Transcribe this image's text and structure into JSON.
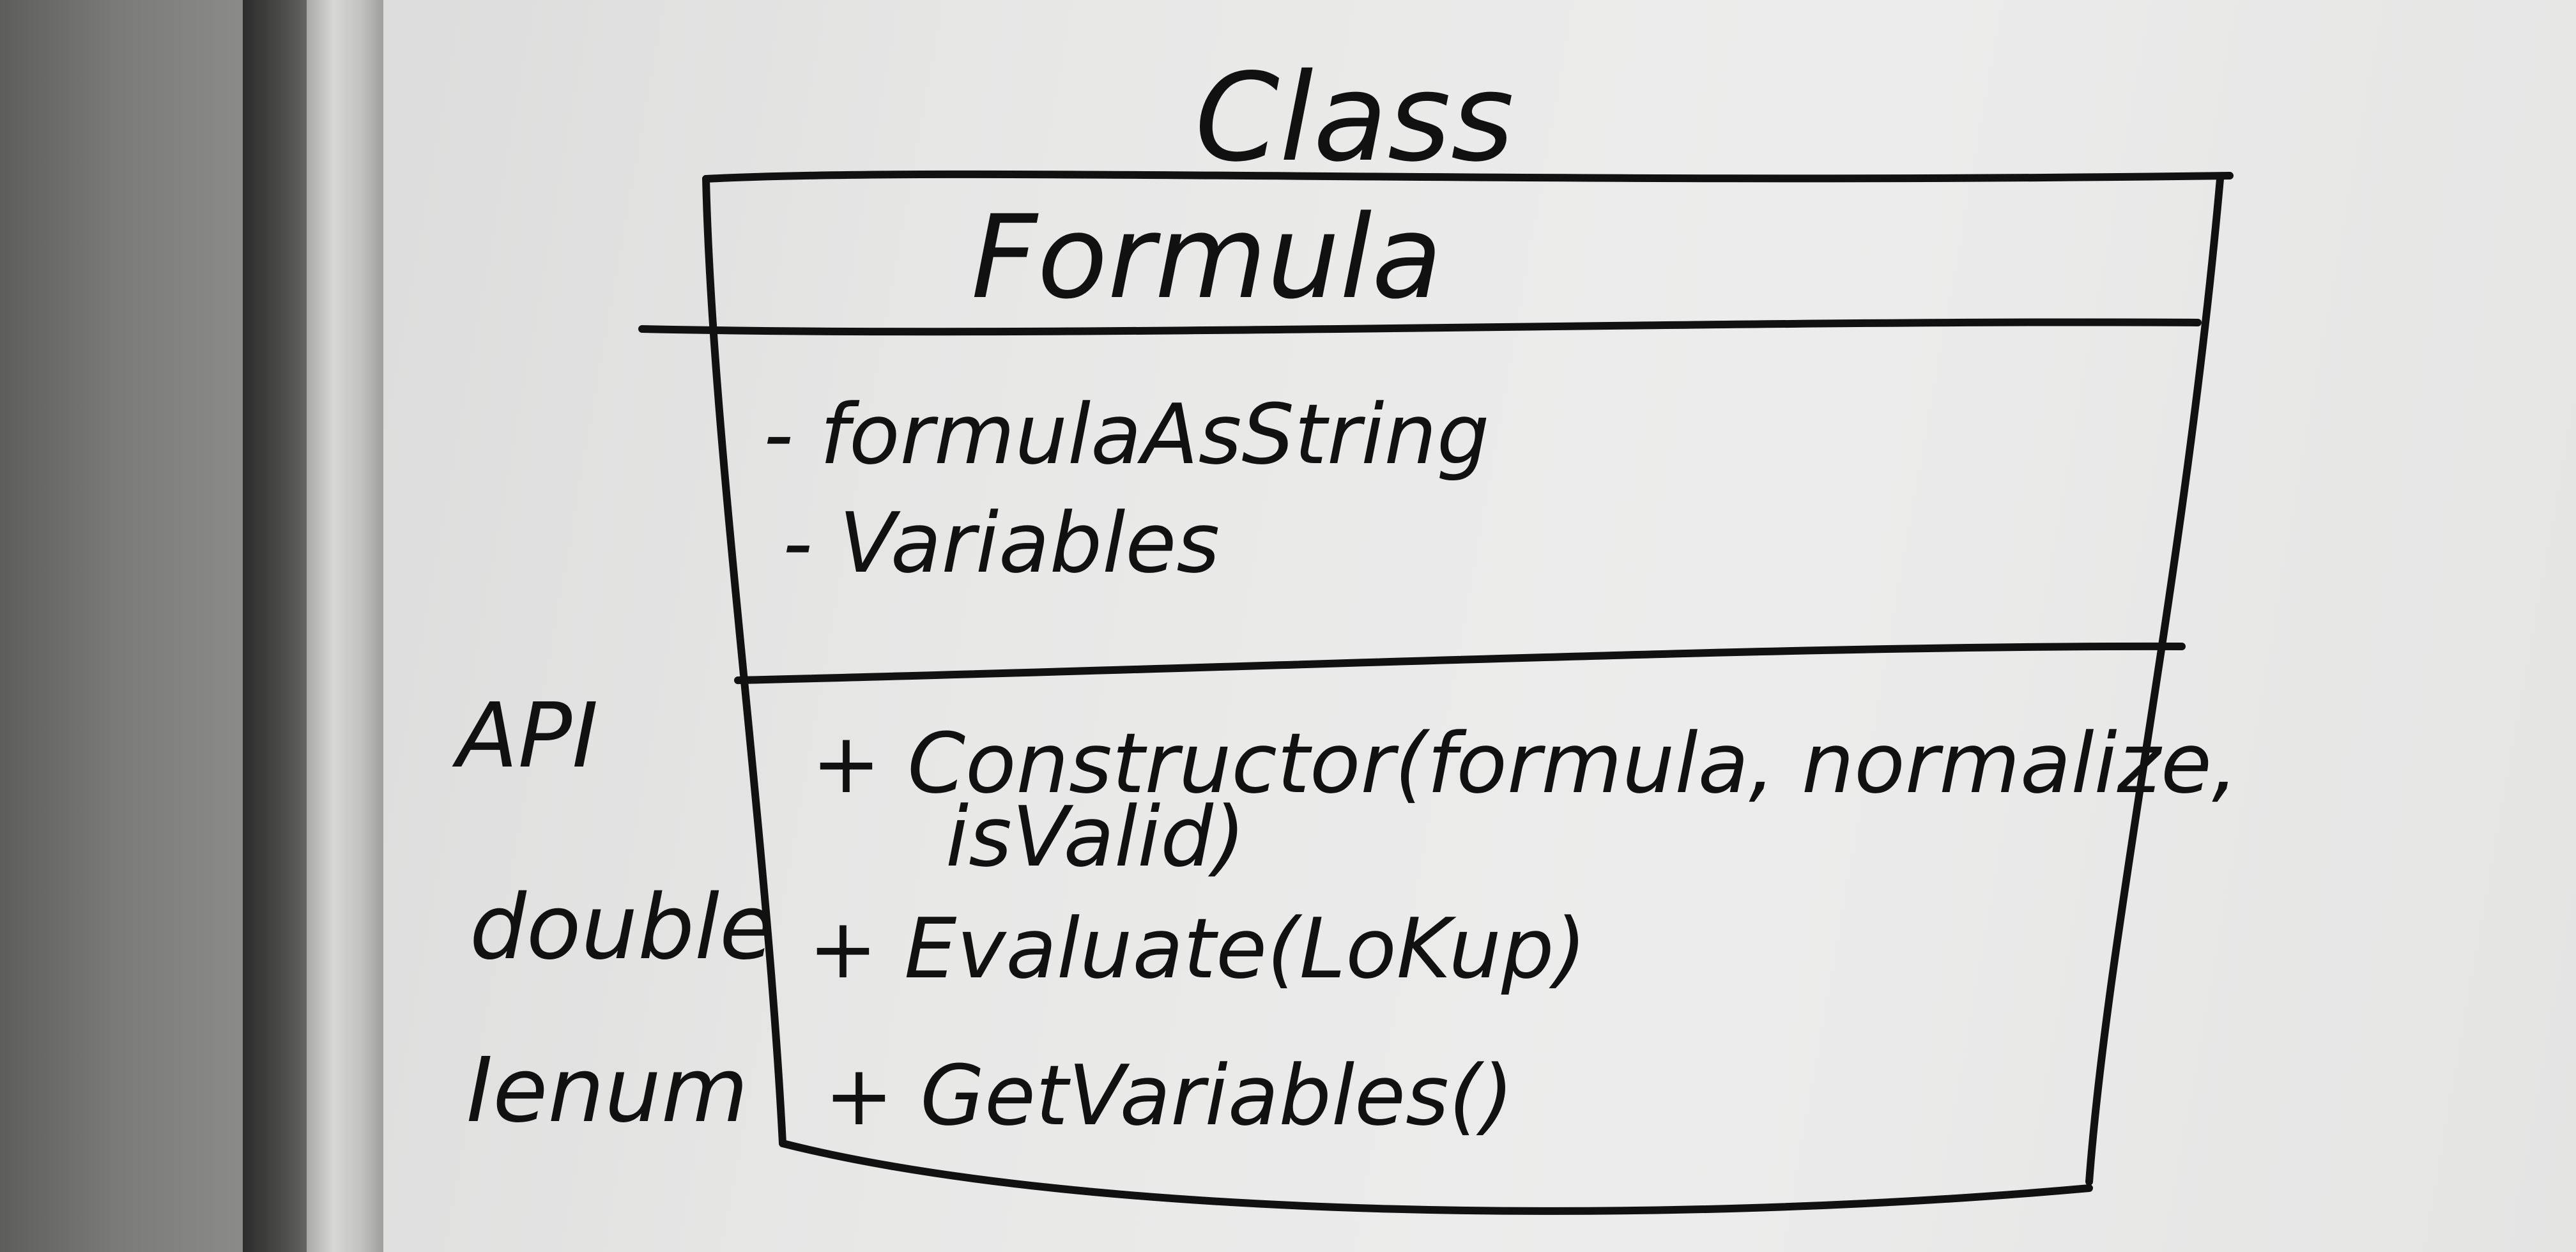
{
  "whiteboard": {
    "heading": "Class",
    "class_name": "Formula",
    "attributes": [
      "- formulaAsString",
      "- Variables"
    ],
    "methods": [
      "+ Constructor(formula, normalize,",
      "isValid)",
      "+ Evaluate(LoKup)",
      "+ GetVariables()"
    ],
    "side_notes": [
      "API",
      "double",
      "Ienum"
    ]
  },
  "colors": {
    "ink": "#111111",
    "board": "#e8e8e7",
    "wall": "#6e6f6c",
    "frame": "#c8c9c7"
  }
}
